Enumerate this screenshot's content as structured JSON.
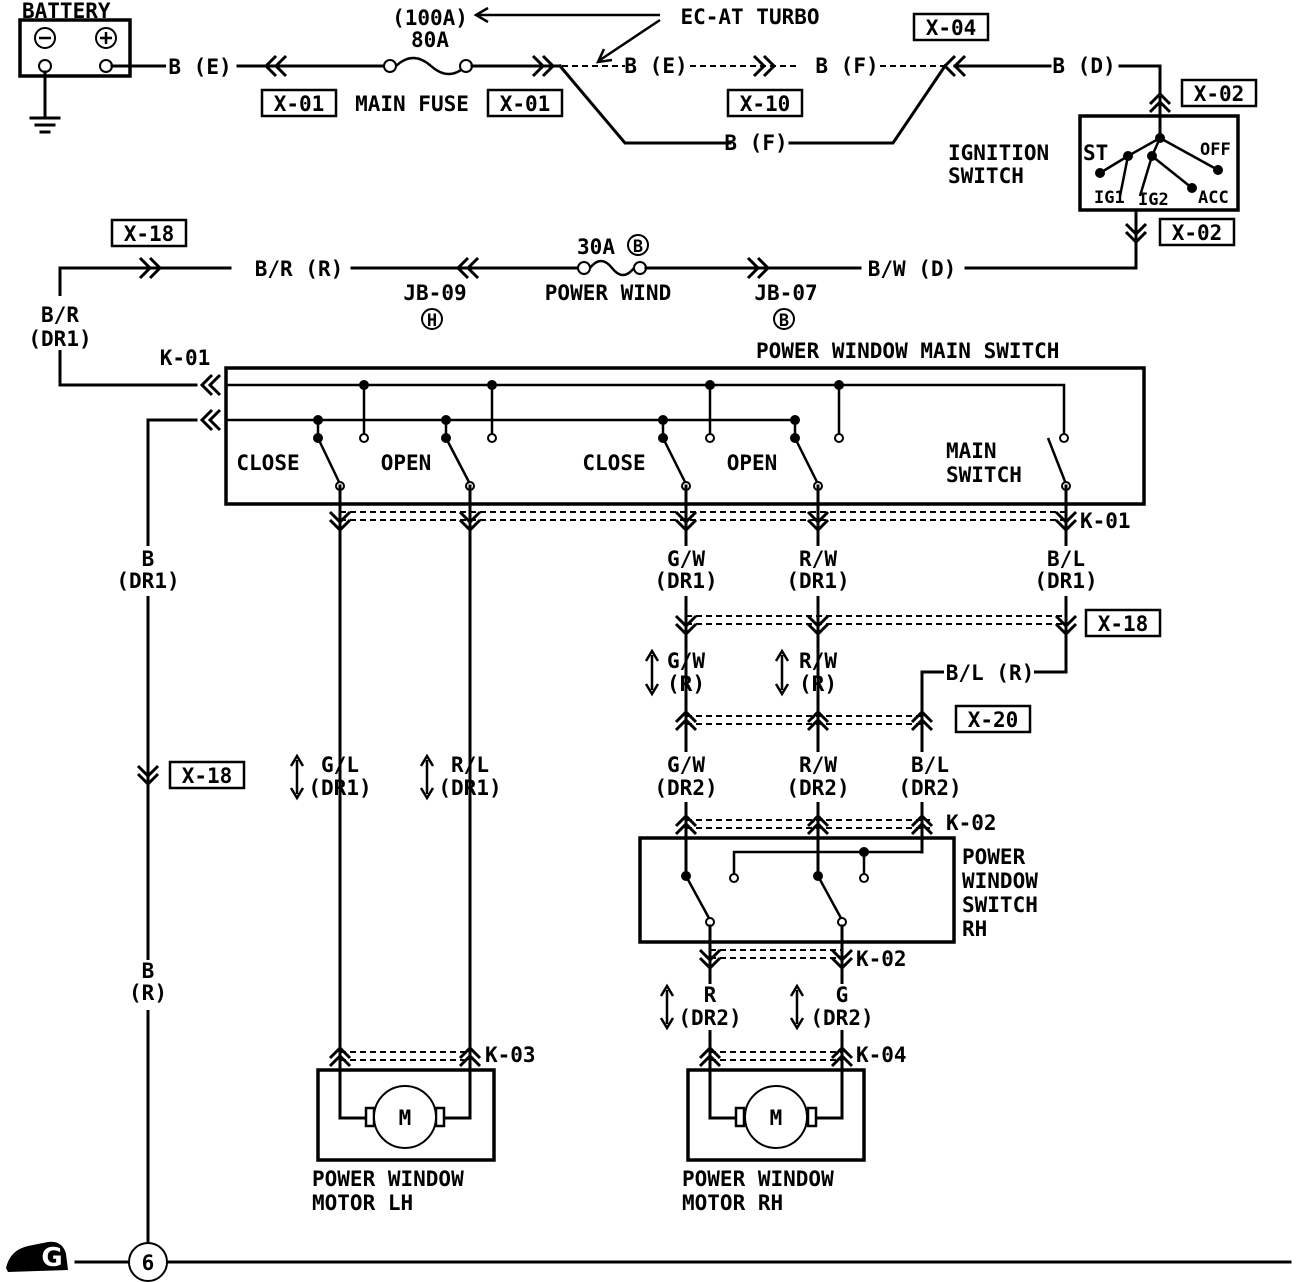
{
  "components": {
    "battery": "BATTERY",
    "main_fuse": "MAIN FUSE",
    "fuse_main_rating_alt": "(100A)",
    "fuse_main_rating": "80A",
    "ec_at_turbo": "EC-AT TURBO",
    "ignition_switch_line1": "IGNITION",
    "ignition_switch_line2": "SWITCH",
    "ign_st": "ST",
    "ign_off": "OFF",
    "ign_ig1": "IG1",
    "ign_ig2": "IG2",
    "ign_acc": "ACC",
    "fuse_power_wind_rating": "30A",
    "fuse_power_wind_tag": "B",
    "fuse_power_wind": "POWER WIND",
    "jb09": "JB-09",
    "jb09_tag": "H",
    "jb07": "JB-07",
    "jb07_tag": "B",
    "main_switch_title": "POWER WINDOW MAIN SWITCH",
    "close_1": "CLOSE",
    "open_1": "OPEN",
    "close_2": "CLOSE",
    "open_2": "OPEN",
    "main_switch_line1": "MAIN",
    "main_switch_line2": "SWITCH",
    "rh_switch_line1": "POWER",
    "rh_switch_line2": "WINDOW",
    "rh_switch_line3": "SWITCH",
    "rh_switch_line4": "RH",
    "motor_symbol": "M",
    "motor_lh_line1": "POWER WINDOW",
    "motor_lh_line2": "MOTOR LH",
    "motor_rh_line1": "POWER WINDOW",
    "motor_rh_line2": "MOTOR RH",
    "ground_symbol": "G",
    "ground_number": "6"
  },
  "connectors": {
    "x01": "X-01",
    "x02": "X-02",
    "x04": "X-04",
    "x10": "X-10",
    "x18": "X-18",
    "x20": "X-20",
    "k01": "K-01",
    "k02": "K-02",
    "k03": "K-03",
    "k04": "K-04"
  },
  "wires": {
    "b_e": "B (E)",
    "b_f": "B (F)",
    "b_d": "B (D)",
    "b_r_r": "B/R (R)",
    "b_w_d": "B/W (D)",
    "b_r": "B/R",
    "b": "B",
    "b_l_r": "B/L (R)",
    "g_w": "G/W",
    "r_w": "R/W",
    "b_l": "B/L",
    "g_l": "G/L",
    "r_l": "R/L",
    "r": "R",
    "g": "G",
    "dr1": "(DR1)",
    "dr2": "(DR2)",
    "rr": "(R)"
  }
}
